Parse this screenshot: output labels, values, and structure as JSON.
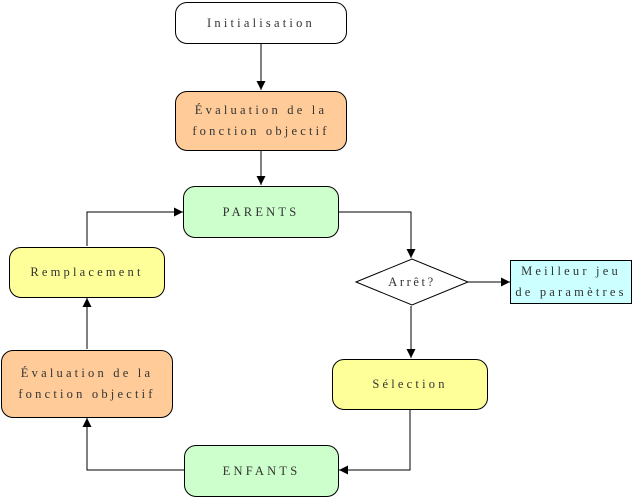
{
  "nodes": {
    "init": {
      "label": "Initialisation",
      "color": "#ffffff"
    },
    "eval_top": {
      "line1": "Évaluation de la",
      "line2": "fonction objectif",
      "color": "#ffcc99"
    },
    "parents": {
      "label": "PARENTS",
      "color": "#ccffcc"
    },
    "arret": {
      "label": "Arrêt?",
      "color": "#ffffff"
    },
    "meilleur": {
      "line1": "Meilleur jeu",
      "line2": "de paramètres",
      "color": "#ccffff"
    },
    "selection": {
      "label": "Sélection",
      "color": "#ffff99"
    },
    "enfants": {
      "label": "ENFANTS",
      "color": "#ccffcc"
    },
    "eval_left": {
      "line1": "Évaluation de la",
      "line2": "fonction objectif",
      "color": "#ffcc99"
    },
    "remplacement": {
      "label": "Remplacement",
      "color": "#ffff99"
    }
  }
}
